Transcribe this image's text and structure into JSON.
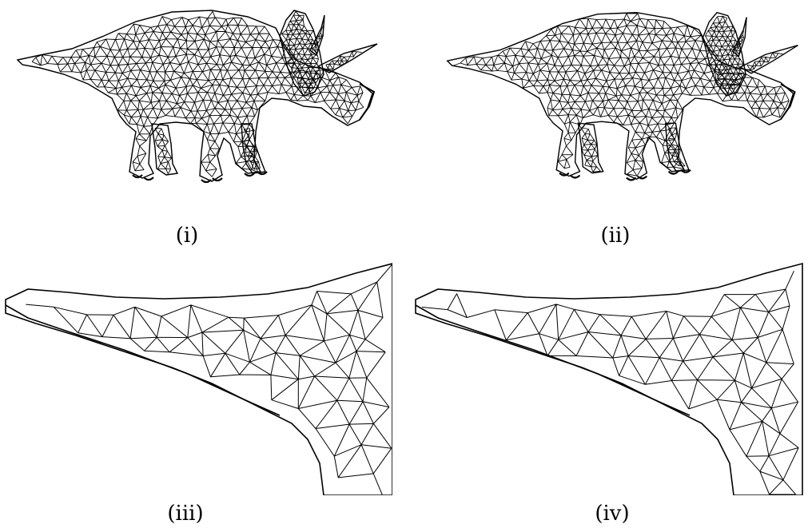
{
  "figure": {
    "panels": [
      {
        "id": "i",
        "caption": "(i)",
        "content": "triceratops-wireframe"
      },
      {
        "id": "ii",
        "caption": "(ii)",
        "content": "triceratops-wireframe"
      },
      {
        "id": "iii",
        "caption": "(iii)",
        "content": "tail-closeup-wireframe"
      },
      {
        "id": "iv",
        "caption": "(iv)",
        "content": "tail-closeup-wireframe"
      }
    ],
    "colors": {
      "background": "#ffffff",
      "line": "#000000"
    }
  }
}
